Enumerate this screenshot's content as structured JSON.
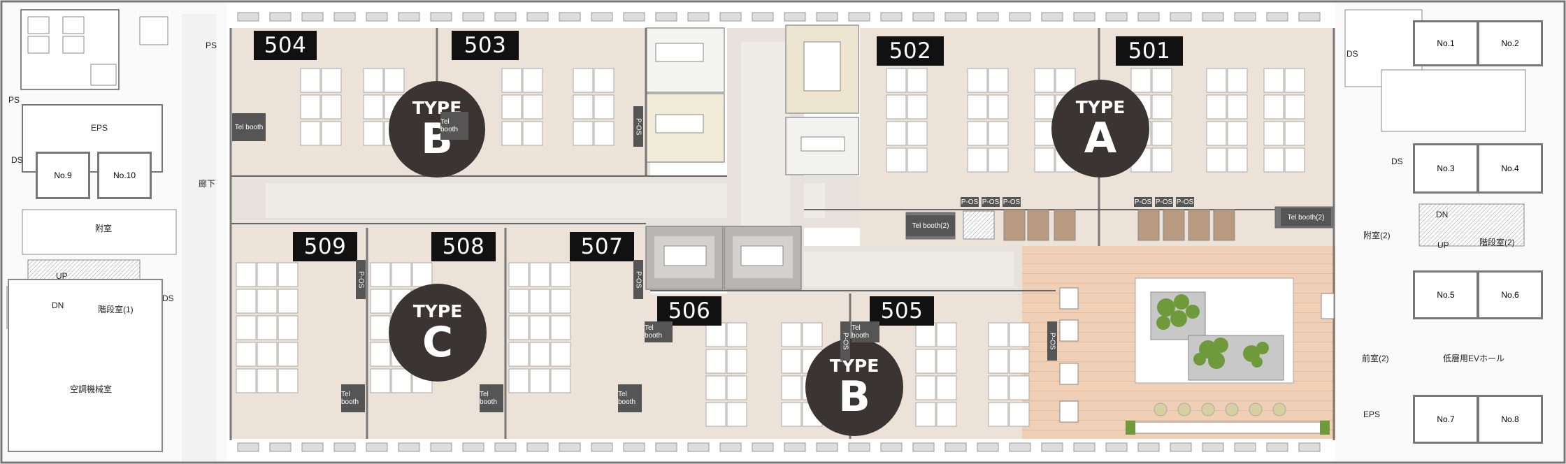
{
  "offices": [
    {
      "id": "504"
    },
    {
      "id": "503"
    },
    {
      "id": "502"
    },
    {
      "id": "501"
    },
    {
      "id": "509"
    },
    {
      "id": "508"
    },
    {
      "id": "507"
    },
    {
      "id": "506"
    },
    {
      "id": "505"
    }
  ],
  "type_badges": [
    {
      "word": "TYPE",
      "letter": "B"
    },
    {
      "word": "TYPE",
      "letter": "A"
    },
    {
      "word": "TYPE",
      "letter": "C"
    },
    {
      "word": "TYPE",
      "letter": "B"
    }
  ],
  "room_labels": {
    "ps_top": "PS",
    "ps_left": "PS",
    "eps_left": "EPS",
    "ds_left_top": "DS",
    "ds_left_mid": "DS",
    "corridor": "廊下",
    "anteroom": "附室",
    "up": "UP",
    "dn": "DN",
    "stair1": "階段室(1)",
    "ac_room": "空調機械室",
    "ds_right_top": "DS",
    "ds_right_mid": "DS",
    "dn_right": "DN",
    "up_right": "UP",
    "anteroom2": "附室(2)",
    "stair2": "階段室(2)",
    "front_room2": "前室(2)",
    "ev_hall": "低層用EVホール",
    "eps_right": "EPS"
  },
  "elevators": [
    "No.1",
    "No.2",
    "No.3",
    "No.4",
    "No.5",
    "No.6",
    "No.7",
    "No.8",
    "No.9",
    "No.10"
  ],
  "tel_booths": [
    "Tel booth",
    "Tel booth",
    "Tel booth",
    "Tel booth",
    "Tel booth",
    "Tel booth",
    "Tel booth",
    "Tel booth(2)",
    "Tel booth(2)"
  ],
  "pos_tag": "P-OS",
  "colors": {
    "office_floor": "#ede2d8",
    "corridor": "#ebe7e2",
    "lounge_wood": "#efcfb5",
    "badge": "#3a3533",
    "label_bg": "#111111"
  }
}
